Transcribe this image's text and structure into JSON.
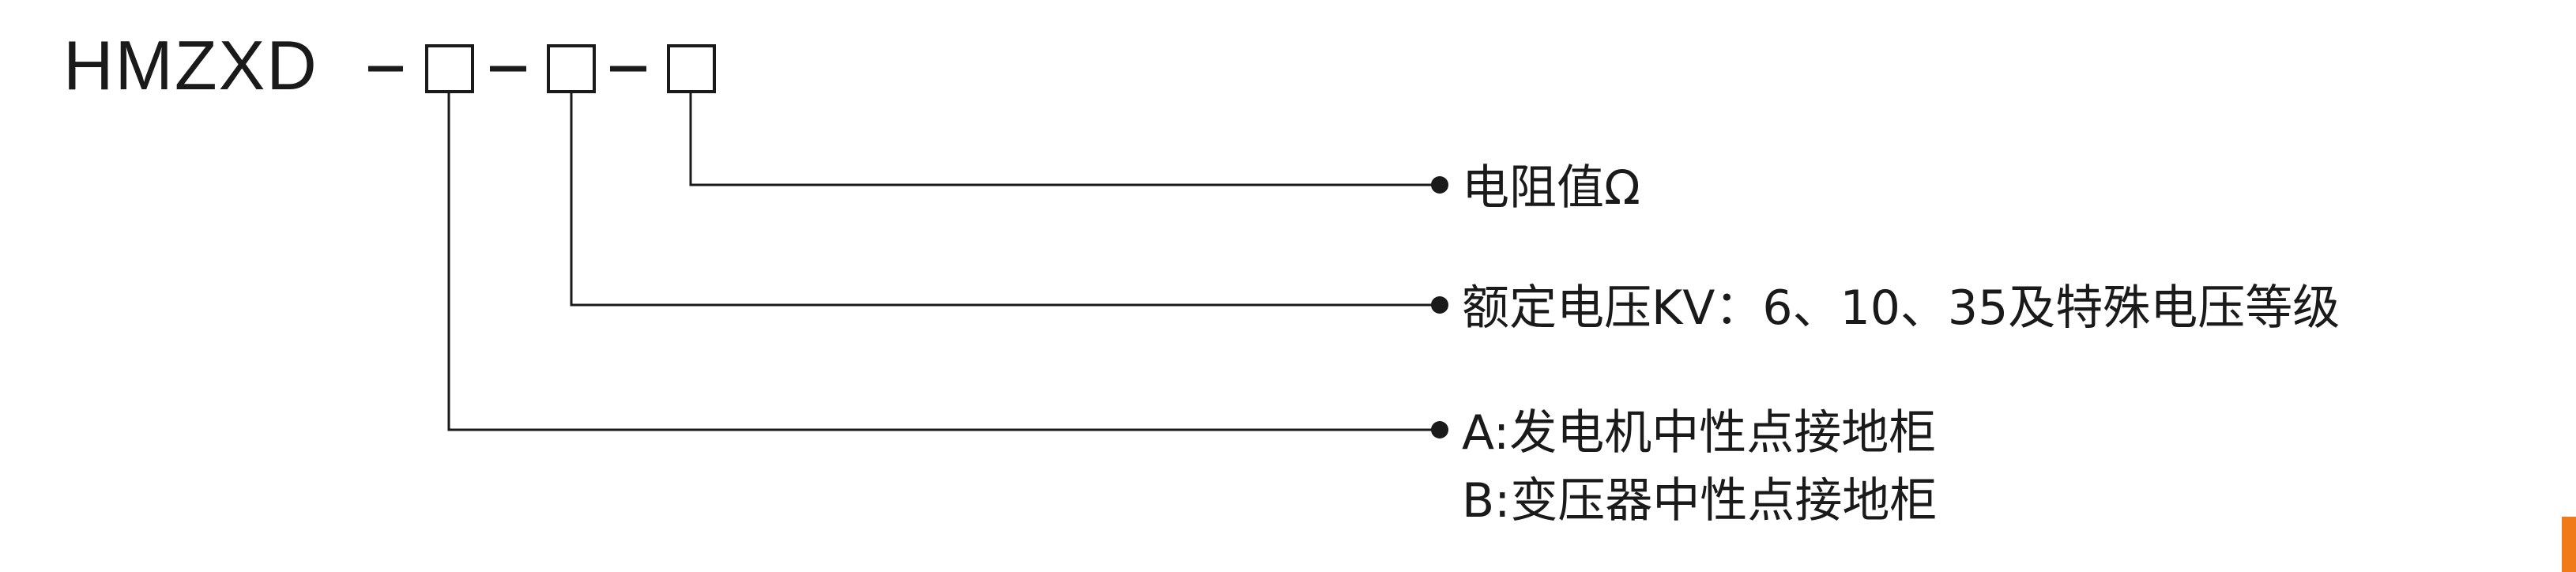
{
  "model_code": "HMZXD",
  "separator": "-",
  "options": [
    {
      "id": "resistance",
      "lines": [
        "电阻值Ω"
      ]
    },
    {
      "id": "rated_voltage",
      "lines": [
        "额定电压KV：6、10、35及特殊电压等级"
      ]
    },
    {
      "id": "cabinet_type",
      "lines": [
        "A:发电机中性点接地柜",
        "B:变压器中性点接地柜"
      ]
    }
  ],
  "colors": {
    "line": "#1a1a1a",
    "text": "#1a1a1a",
    "accent": "#f07a1a"
  }
}
